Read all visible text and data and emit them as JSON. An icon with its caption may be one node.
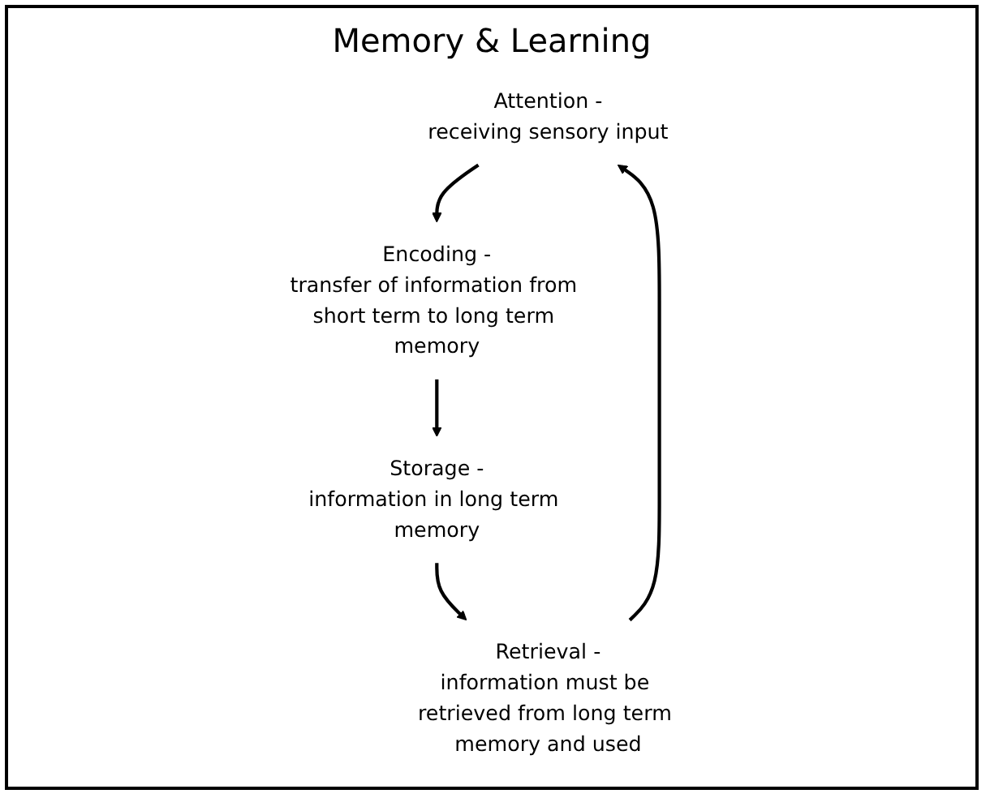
{
  "diagram": {
    "title": "Memory & Learning",
    "nodes": [
      {
        "text": [
          "Attention -"
        ],
        "beside": [
          "receiving sensory input"
        ]
      },
      {
        "text": [
          "Encoding -"
        ],
        "beside": [
          "transfer of information from short term to long term memory"
        ]
      },
      {
        "text": [
          "Storage -"
        ],
        "beside": [
          "information in long term memory"
        ]
      },
      {
        "text": [
          "Retrieval -"
        ],
        "beside": [
          "information must be retrieved from long term memory and used"
        ]
      }
    ],
    "edges": [
      {
        "from": 0,
        "to": 1,
        "arrow": "to"
      },
      {
        "from": 1,
        "to": 2,
        "arrow": "to"
      },
      {
        "from": 2,
        "to": 3,
        "arrow": "to"
      },
      {
        "from": 3,
        "to": 0,
        "arrow": "to"
      }
    ]
  }
}
